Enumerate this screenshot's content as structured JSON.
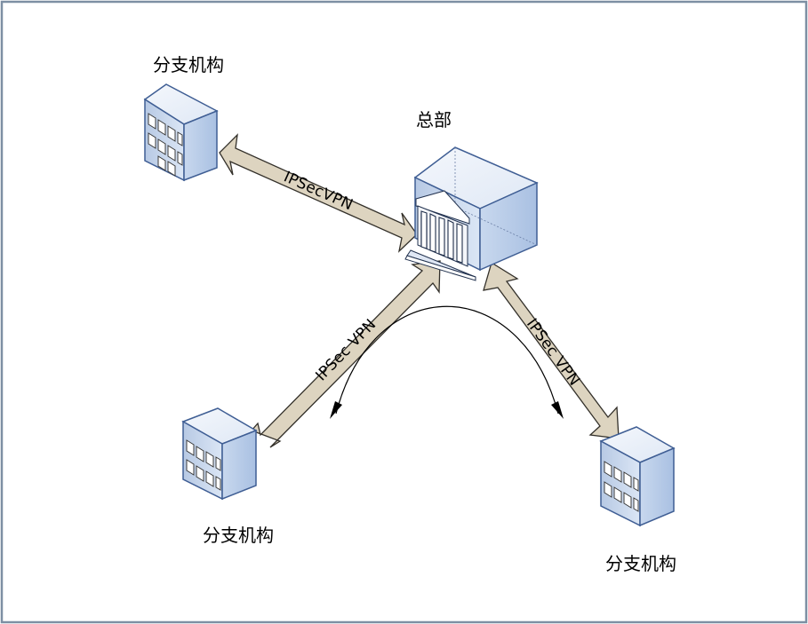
{
  "headquarters": {
    "label": "总部"
  },
  "branches": [
    {
      "label": "分支机构"
    },
    {
      "label": "分支机构"
    },
    {
      "label": "分支机构"
    }
  ],
  "links": [
    {
      "label": "IPSecVPN"
    },
    {
      "label": "IPSec VPN"
    },
    {
      "label": "IPSec VPN"
    }
  ],
  "colors": {
    "frame": "#7d8fa3",
    "arrow_fill": "#ddd4c0",
    "arrow_stroke": "#33302a",
    "building_front": "#cad8ec",
    "building_side": "#bdd0ea",
    "building_top": "#eef3fb",
    "building_edge": "#3f5e94"
  }
}
